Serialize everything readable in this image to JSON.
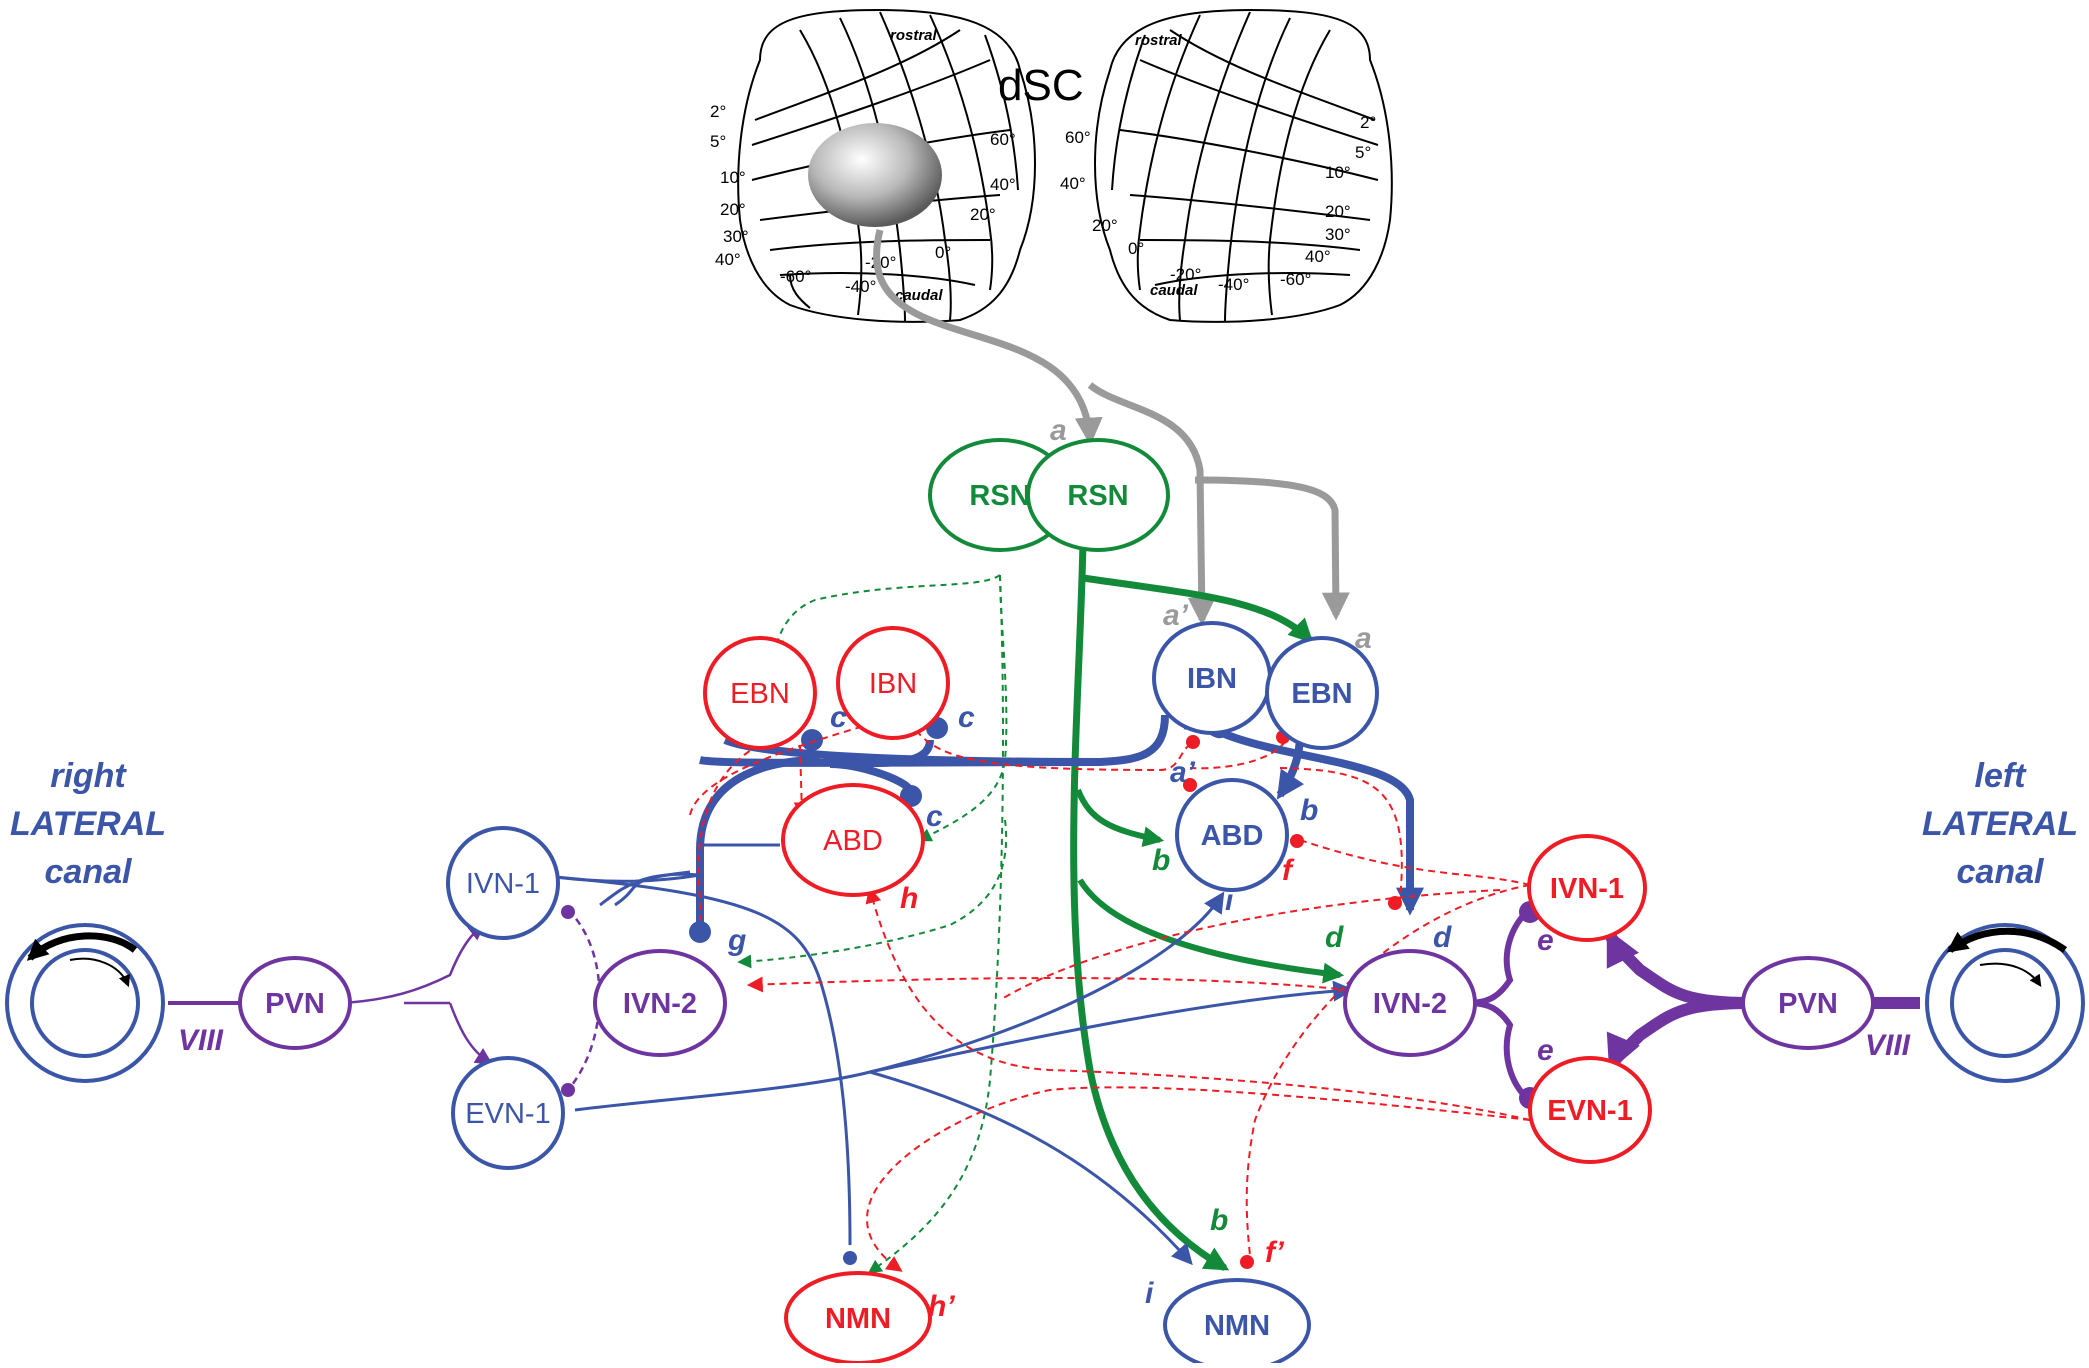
{
  "title": "dSC",
  "map_labels": {
    "rostral": "rostral",
    "caudal": "caudal",
    "ticks_left": [
      "2°",
      "5°",
      "10°",
      "20°",
      "30°",
      "40°",
      "60°",
      "40°",
      "20°",
      "0°",
      "-20°",
      "-40°",
      "-60°"
    ],
    "ticks_right": [
      "2°",
      "5°",
      "10°",
      "20°",
      "30°",
      "40°",
      "60°",
      "40°",
      "20°",
      "0°",
      "-20°",
      "-40°",
      "-60°"
    ]
  },
  "nodes": {
    "rsn_left": "RSN",
    "rsn_right": "RSN",
    "ebn_left": "EBN",
    "ibn_left": "IBN",
    "ibn_right": "IBN",
    "ebn_right": "EBN",
    "abd_left": "ABD",
    "abd_right": "ABD",
    "ivn1_left": "IVN-1",
    "evn1_left": "EVN-1",
    "ivn2_left": "IVN-2",
    "ivn2_right": "IVN-2",
    "ivn1_right": "IVN-1",
    "evn1_right": "EVN-1",
    "pvn_left": "PVN",
    "pvn_right": "PVN",
    "nmn_left": "NMN",
    "nmn_right": "NMN"
  },
  "canals": {
    "right_line1": "right",
    "right_line2": "LATERAL",
    "right_line3": "canal",
    "left_line1": "left",
    "left_line2": "LATERAL",
    "left_line3": "canal",
    "nerve_left": "VIII",
    "nerve_right": "VIII"
  },
  "pathway_labels": {
    "a_top": "a",
    "a_prime_gray": "a’",
    "a_right": "a",
    "c1": "c",
    "c2": "c",
    "c3": "c",
    "a_prime_blue": "a’",
    "b_blue": "b",
    "b_green": "b",
    "f_red": "f",
    "h_red": "h",
    "g_blue": "g",
    "i_blue_top": "i",
    "d_green": "d",
    "d_blue": "d",
    "e_top": "e",
    "e_bottom": "e",
    "b_green_bottom": "b",
    "f_prime": "f’",
    "i_blue_bottom": "i",
    "h_prime": "h’"
  },
  "colors": {
    "blue": "#3B55A8",
    "red": "#EE1C24",
    "green": "#138A3A",
    "purple": "#6E35A0",
    "gray": "#9A9A9A",
    "black": "#000000"
  }
}
